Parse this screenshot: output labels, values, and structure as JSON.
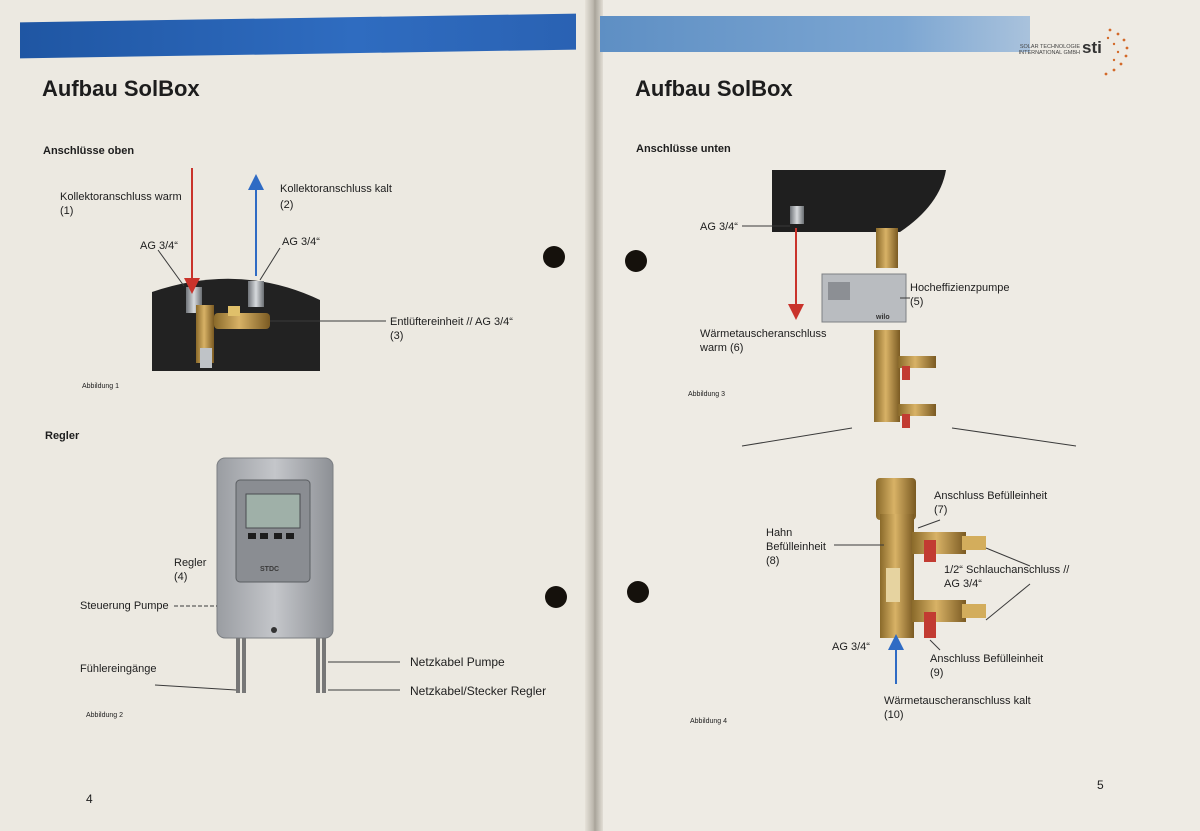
{
  "left_page": {
    "title": "Aufbau SolBox",
    "section_top": "Anschlüsse oben",
    "collector_warm_label": "Kollektoranschluss warm",
    "collector_warm_num": "(1)",
    "collector_cold_label": "Kollektoranschluss kalt",
    "collector_cold_num": "(2)",
    "ag_left": "AG 3/4“",
    "ag_right": "AG 3/4“",
    "venting_label": "Entlüftereinheit  // AG 3/4“",
    "venting_num": "(3)",
    "figure1_caption": "Abbildung 1",
    "section_regler": "Regler",
    "regler_label": "Regler",
    "regler_num": "(4)",
    "pump_control_label": "Steuerung Pumpe",
    "sensor_inputs_label": "Fühlereingänge",
    "mains_pump_label": "Netzkabel Pumpe",
    "mains_regler_label": "Netzkabel/Stecker Regler",
    "controller_brand": "STDC",
    "figure2_caption": "Abbildung 2",
    "page_number": "4"
  },
  "right_page": {
    "logo_line1": "SOLAR TECHNOLOGIE",
    "logo_line2": "INTERNATIONAL GMBH",
    "logo_mark": "sti",
    "title": "Aufbau SolBox",
    "section_bottom": "Anschlüsse unten",
    "ag_top": "AG 3/4“",
    "pump_label": "Hocheffizienzpumpe",
    "pump_num": "(5)",
    "pump_brand": "wilo",
    "hx_warm_label": "Wärmetauscheranschluss",
    "hx_warm_label2": "warm (6)",
    "figure3_caption": "Abbildung 3",
    "fill_top_label": "Anschluss Befülleinheit",
    "fill_top_num": "(7)",
    "tap_label1": "Hahn",
    "tap_label2": "Befülleinheit",
    "tap_num": "(8)",
    "hose_label1": "1/2“ Schlauchanschluss //",
    "hose_label2": "AG 3/4“",
    "ag_bottom": "AG 3/4“",
    "fill_bottom_label": "Anschluss Befülleinheit",
    "fill_bottom_num": "(9)",
    "hx_cold_label": "Wärmetauscheranschluss kalt",
    "hx_cold_num": "(10)",
    "figure4_caption": "Abbildung 4",
    "page_number": "5"
  },
  "colors": {
    "warm_arrow": "#c9332b",
    "cold_arrow": "#2f6bc4",
    "brand_bar": "#2460b0"
  }
}
